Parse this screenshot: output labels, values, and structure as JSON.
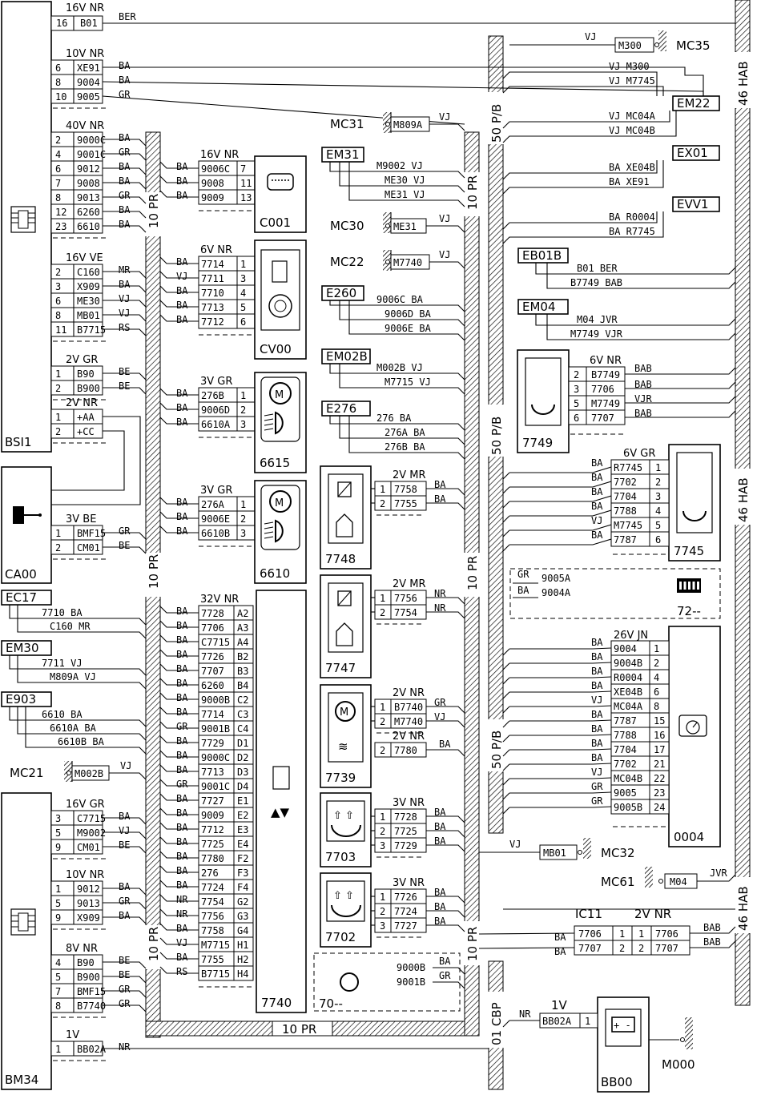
{
  "bsi": {
    "name": "BSI1",
    "c16": {
      "header": "16V NR",
      "color": "BER",
      "pins": [
        [
          "16",
          "B01"
        ]
      ]
    },
    "c10": {
      "header": "10V NR",
      "rows": [
        [
          "6",
          "XE91",
          "BA"
        ],
        [
          "8",
          "9004",
          "BA"
        ],
        [
          "10",
          "9005",
          "GR"
        ]
      ]
    },
    "c40": {
      "header": "40V NR",
      "rows": [
        [
          "2",
          "9000C",
          "BA"
        ],
        [
          "4",
          "9001C",
          "GR"
        ],
        [
          "6",
          "9012",
          "BA"
        ],
        [
          "7",
          "9008",
          "BA"
        ],
        [
          "8",
          "9013",
          "GR"
        ],
        [
          "12",
          "6260",
          "BA"
        ],
        [
          "23",
          "6610",
          "BA"
        ]
      ]
    },
    "c16b": {
      "header": "16V VE",
      "rows": [
        [
          "2",
          "C160",
          "MR"
        ],
        [
          "3",
          "X909",
          "BA"
        ],
        [
          "6",
          "ME30",
          "VJ"
        ],
        [
          "8",
          "MB01",
          "VJ"
        ],
        [
          "11",
          "B7715",
          "RS"
        ]
      ]
    },
    "c2gr": {
      "header": "2V GR",
      "rows": [
        [
          "1",
          "B90",
          "BE"
        ],
        [
          "2",
          "B900",
          "BE"
        ]
      ]
    },
    "c2nr": {
      "header": "2V NR",
      "rows": [
        [
          "1",
          "+AA"
        ],
        [
          "2",
          "+CC"
        ]
      ]
    }
  },
  "ca00": {
    "name": "CA00",
    "header": "3V BE",
    "rows": [
      [
        "1",
        "BMF15",
        "GR"
      ],
      [
        "2",
        "CM01",
        "BE"
      ]
    ]
  },
  "bm34": {
    "name": "BM34",
    "c16": {
      "header": "16V GR",
      "rows": [
        [
          "3",
          "C7715",
          "BA"
        ],
        [
          "5",
          "M9002",
          "VJ"
        ],
        [
          "9",
          "CM01",
          "BE"
        ]
      ]
    },
    "c10": {
      "header": "10V NR",
      "rows": [
        [
          "1",
          "9012",
          "BA"
        ],
        [
          "5",
          "9013",
          "GR"
        ],
        [
          "9",
          "X909",
          "BA"
        ]
      ]
    },
    "c8": {
      "header": "8V NR",
      "rows": [
        [
          "4",
          "B90",
          "BE"
        ],
        [
          "5",
          "B900",
          "BE"
        ],
        [
          "7",
          "BMF15",
          "GR"
        ],
        [
          "8",
          "B7740",
          "GR"
        ]
      ]
    },
    "c1": {
      "header": "1V",
      "rows": [
        [
          "1",
          "BB02A",
          "NR"
        ]
      ]
    }
  },
  "splices": {
    "ec17": {
      "name": "EC17",
      "rows": [
        [
          "7710",
          "BA"
        ],
        [
          "C160",
          "MR"
        ]
      ]
    },
    "em30": {
      "name": "EM30",
      "rows": [
        [
          "7711",
          "VJ"
        ],
        [
          "M809A",
          "VJ"
        ]
      ]
    },
    "e903": {
      "name": "E903",
      "rows": [
        [
          "6610",
          "BA"
        ],
        [
          "6610A",
          "BA"
        ],
        [
          "6610B",
          "BA"
        ]
      ]
    },
    "em31": {
      "name": "EM31",
      "rows": [
        [
          "M9002",
          "VJ"
        ],
        [
          "ME30",
          "VJ"
        ],
        [
          "ME31",
          "VJ"
        ]
      ]
    },
    "e260": {
      "name": "E260",
      "rows": [
        [
          "9006C",
          "BA"
        ],
        [
          "9006D",
          "BA"
        ],
        [
          "9006E",
          "BA"
        ]
      ]
    },
    "em02b": {
      "name": "EM02B",
      "rows": [
        [
          "M002B",
          "VJ"
        ],
        [
          "M7715",
          "VJ"
        ]
      ]
    },
    "e276": {
      "name": "E276",
      "rows": [
        [
          "276",
          "BA"
        ],
        [
          "276A",
          "BA"
        ],
        [
          "276B",
          "BA"
        ]
      ]
    },
    "em22": {
      "name": "EM22",
      "rows": [
        [
          "VJ",
          "M300"
        ],
        [
          "VJ",
          "M7745"
        ],
        [
          "VJ",
          "MC04A"
        ],
        [
          "VJ",
          "MC04B"
        ]
      ]
    },
    "ex01": {
      "name": "EX01",
      "rows": [
        [
          "BA",
          "XE04B"
        ],
        [
          "BA",
          "XE91"
        ]
      ]
    },
    "evv1": {
      "name": "EVV1",
      "rows": [
        [
          "BA",
          "R0004"
        ],
        [
          "BA",
          "R7745"
        ]
      ]
    },
    "eb01b": {
      "name": "EB01B",
      "rows": [
        [
          "B01",
          "BER"
        ],
        [
          "B7749",
          "BAB"
        ]
      ]
    },
    "em04": {
      "name": "EM04",
      "rows": [
        [
          "M04",
          "JVR"
        ],
        [
          "M7749",
          "VJR"
        ]
      ]
    }
  },
  "grounds": {
    "mc21": {
      "name": "MC21",
      "wire": "M002B",
      "color": "VJ"
    },
    "mc31": {
      "name": "MC31",
      "wire": "M809A",
      "color": "VJ"
    },
    "mc30": {
      "name": "MC30",
      "wire": "ME31",
      "color": "VJ"
    },
    "mc22": {
      "name": "MC22",
      "wire": "M7740",
      "color": "VJ"
    },
    "mc35": {
      "name": "MC35",
      "wire": "M300",
      "color": "VJ"
    },
    "mc32": {
      "name": "MC32",
      "wire": "MB01",
      "color": "VJ"
    },
    "mc61": {
      "name": "MC61",
      "wire": "M04",
      "color": "JVR"
    },
    "m000": {
      "name": "M000"
    }
  },
  "components": {
    "c001": {
      "name": "C001",
      "header": "16V NR",
      "rows": [
        [
          "9006C",
          "7",
          "BA"
        ],
        [
          "9008",
          "11",
          "BA"
        ],
        [
          "9009",
          "13",
          "BA"
        ]
      ]
    },
    "cv00": {
      "name": "CV00",
      "header": "6V NR",
      "rows": [
        [
          "7714",
          "1",
          "BA"
        ],
        [
          "7711",
          "3",
          "VJ"
        ],
        [
          "7710",
          "4",
          "BA"
        ],
        [
          "7713",
          "5",
          "BA"
        ],
        [
          "7712",
          "6",
          "BA"
        ]
      ]
    },
    "c6615": {
      "name": "6615",
      "header": "3V GR",
      "rows": [
        [
          "276B",
          "1",
          "BA"
        ],
        [
          "9006D",
          "2",
          "BA"
        ],
        [
          "6610A",
          "3",
          "BA"
        ]
      ]
    },
    "c6610": {
      "name": "6610",
      "header": "3V GR",
      "rows": [
        [
          "276A",
          "1",
          "BA"
        ],
        [
          "9006E",
          "2",
          "BA"
        ],
        [
          "6610B",
          "3",
          "BA"
        ]
      ]
    },
    "c7740": {
      "name": "7740",
      "header": "32V NR",
      "rows": [
        [
          "7728",
          "A2",
          "BA"
        ],
        [
          "7706",
          "A3",
          "BA"
        ],
        [
          "C7715",
          "A4",
          "BA"
        ],
        [
          "7726",
          "B2",
          "BA"
        ],
        [
          "7707",
          "B3",
          "BA"
        ],
        [
          "6260",
          "B4",
          "BA"
        ],
        [
          "9000B",
          "C2",
          "BA"
        ],
        [
          "7714",
          "C3",
          "BA"
        ],
        [
          "9001B",
          "C4",
          "GR"
        ],
        [
          "7729",
          "D1",
          "BA"
        ],
        [
          "9000C",
          "D2",
          "BA"
        ],
        [
          "7713",
          "D3",
          "BA"
        ],
        [
          "9001C",
          "D4",
          "GR"
        ],
        [
          "7727",
          "E1",
          "BA"
        ],
        [
          "9009",
          "E2",
          "BA"
        ],
        [
          "7712",
          "E3",
          "BA"
        ],
        [
          "7725",
          "E4",
          "BA"
        ],
        [
          "7780",
          "F2",
          "BA"
        ],
        [
          "276",
          "F3",
          "BA"
        ],
        [
          "7724",
          "F4",
          "BA"
        ],
        [
          "7754",
          "G2",
          "NR"
        ],
        [
          "7756",
          "G3",
          "NR"
        ],
        [
          "7758",
          "G4",
          "BA"
        ],
        [
          "M7715",
          "H1",
          "VJ"
        ],
        [
          "7755",
          "H2",
          "BA"
        ],
        [
          "B7715",
          "H4",
          "RS"
        ]
      ]
    },
    "c7748": {
      "name": "7748",
      "header": "2V MR",
      "rows": [
        [
          "1",
          "7758",
          "BA"
        ],
        [
          "2",
          "7755",
          "BA"
        ]
      ]
    },
    "c7747": {
      "name": "7747",
      "header": "2V MR",
      "rows": [
        [
          "1",
          "7756",
          "NR"
        ],
        [
          "2",
          "7754",
          "NR"
        ]
      ]
    },
    "c7739": {
      "name": "7739",
      "header1": "2V NR",
      "rows1": [
        [
          "1",
          "B7740",
          "GR"
        ],
        [
          "2",
          "M7740",
          "VJ"
        ]
      ],
      "header2": "2V NR",
      "rows2": [
        [
          "2",
          "7780",
          "BA"
        ]
      ]
    },
    "c7703": {
      "name": "7703",
      "header": "3V NR",
      "rows": [
        [
          "1",
          "7728",
          "BA"
        ],
        [
          "2",
          "7725",
          "BA"
        ],
        [
          "3",
          "7729",
          "BA"
        ]
      ]
    },
    "c7702": {
      "name": "7702",
      "header": "3V NR",
      "rows": [
        [
          "1",
          "7726",
          "BA"
        ],
        [
          "2",
          "7724",
          "BA"
        ],
        [
          "3",
          "7727",
          "BA"
        ]
      ]
    },
    "c70": {
      "name": "70--",
      "rows": [
        [
          "9000B",
          "BA"
        ],
        [
          "9001B",
          "GR"
        ]
      ]
    },
    "c7749": {
      "name": "7749",
      "header": "6V NR",
      "rows": [
        [
          "2",
          "B7749",
          "BAB"
        ],
        [
          "3",
          "7706",
          "BAB"
        ],
        [
          "5",
          "M7749",
          "VJR"
        ],
        [
          "6",
          "7707",
          "BAB"
        ]
      ]
    },
    "c7745": {
      "name": "7745",
      "header": "6V GR",
      "rows": [
        [
          "R7745",
          "1",
          "BA"
        ],
        [
          "7702",
          "2",
          "BA"
        ],
        [
          "7704",
          "3",
          "BA"
        ],
        [
          "7788",
          "4",
          "BA"
        ],
        [
          "M7745",
          "5",
          "VJ"
        ],
        [
          "7787",
          "6",
          "BA"
        ]
      ]
    },
    "c72": {
      "name": "72--",
      "rows": [
        [
          "GR",
          "9005A"
        ],
        [
          "BA",
          "9004A"
        ]
      ]
    },
    "c0004": {
      "name": "0004",
      "header": "26V JN",
      "rows": [
        [
          "9004",
          "1",
          "BA"
        ],
        [
          "9004B",
          "2",
          "BA"
        ],
        [
          "R0004",
          "4",
          "BA"
        ],
        [
          "XE04B",
          "6",
          "BA"
        ],
        [
          "MC04A",
          "8",
          "VJ"
        ],
        [
          "7787",
          "15",
          "BA"
        ],
        [
          "7788",
          "16",
          "BA"
        ],
        [
          "7704",
          "17",
          "BA"
        ],
        [
          "7702",
          "21",
          "BA"
        ],
        [
          "MC04B",
          "22",
          "VJ"
        ],
        [
          "9005",
          "23",
          "GR"
        ],
        [
          "9005B",
          "24",
          "GR"
        ]
      ]
    },
    "ic11": {
      "name": "IC11",
      "header2": "2V NR",
      "rows": [
        [
          "BA",
          "7706",
          "1",
          "1",
          "7706",
          "BAB"
        ],
        [
          "BA",
          "7707",
          "2",
          "2",
          "7707",
          "BAB"
        ]
      ]
    },
    "bb00": {
      "name": "BB00",
      "header": "1V",
      "rows": [
        [
          "NR",
          "BB02A",
          "1"
        ]
      ]
    }
  },
  "bundles": {
    "pr": "10 PR",
    "pb": "50 P/B",
    "hab": "46 HAB",
    "cbp": "01 CBP"
  }
}
